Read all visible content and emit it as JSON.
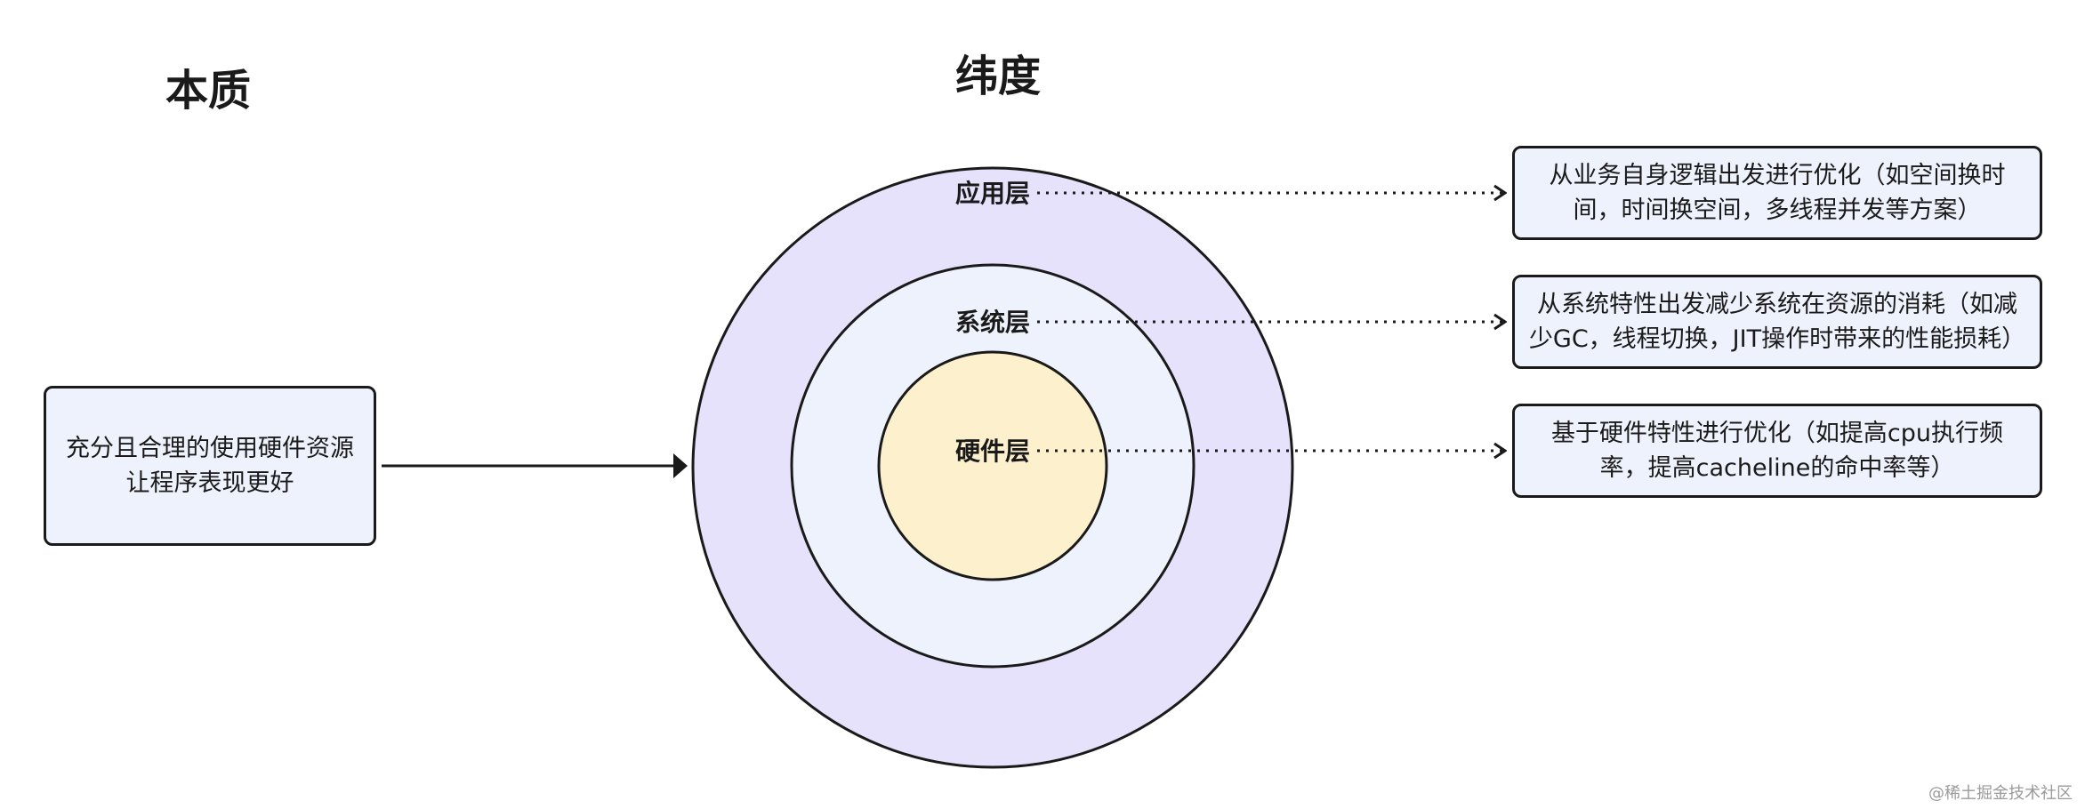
{
  "headings": {
    "essence": "本质",
    "dimension": "纬度"
  },
  "essence_box": {
    "line1": "充分且合理的使用硬件资源",
    "line2": "让程序表现更好"
  },
  "layers": {
    "app": "应用层",
    "sys": "系统层",
    "hw": "硬件层"
  },
  "descriptions": {
    "app": {
      "line1": "从业务自身逻辑出发进行优化（如空间换时",
      "line2": "间，时间换空间，多线程并发等方案）"
    },
    "sys": {
      "line1": "从系统特性出发减少系统在资源的消耗（如减",
      "line2": "少GC，线程切换，JIT操作时带来的性能损耗）"
    },
    "hw": {
      "line1": "基于硬件特性进行优化（如提高cpu执行频",
      "line2": "率，提高cacheline的命中率等）"
    }
  },
  "colors": {
    "outer_ring": "#e7e2fb",
    "middle_ring": "#eef2fc",
    "inner_core": "#fdf0cc",
    "box_fill": "#eef2fc",
    "stroke": "#1a1a1a"
  },
  "watermark": "@稀土掘金技术社区"
}
